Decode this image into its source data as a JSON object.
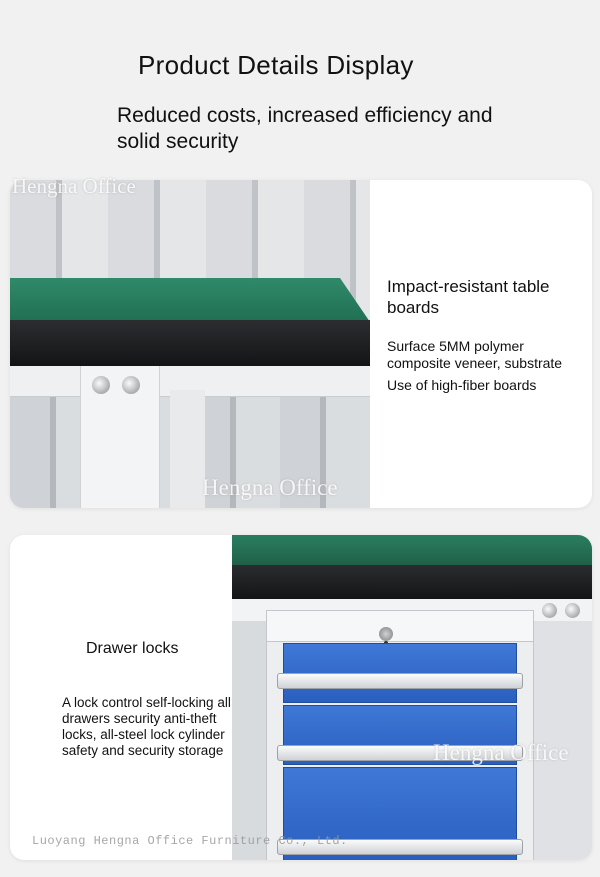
{
  "header": {
    "title": "Product Details Display",
    "subtitle": "Reduced costs, increased efficiency and solid security"
  },
  "watermark": "Hengna Office",
  "section_impact": {
    "heading": "Impact-resistant table boards",
    "paragraphs": [
      "Surface 5MM polymer composite veneer, substrate",
      "Use of high-fiber boards"
    ]
  },
  "section_drawer": {
    "heading": "Drawer locks",
    "paragraph": "A lock control self-locking all drawers security anti-theft locks, all-steel lock cylinder safety and security storage"
  },
  "footer": "Luoyang Hengna Office Furniture Co., Ltd.",
  "colors": {
    "tabletop_green": "#2f8a6a",
    "drawer_blue": "#2f66c6"
  }
}
